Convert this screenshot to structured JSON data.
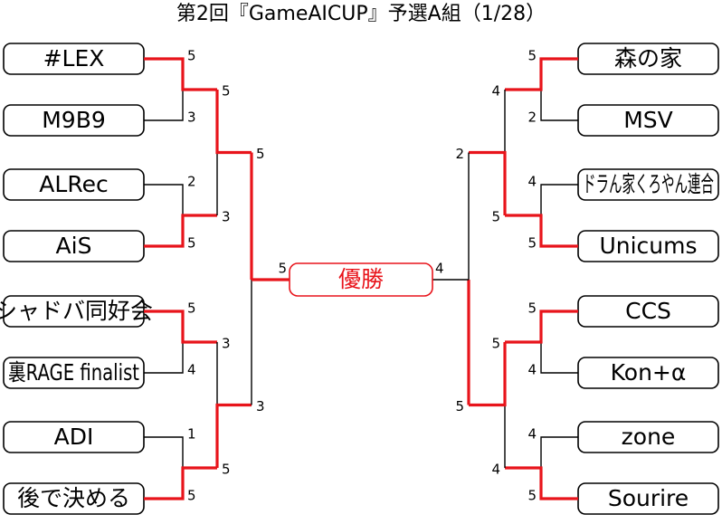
{
  "title": "第2回『GameAICUP』予選A組（1/28）",
  "champion_label": "優勝",
  "colors": {
    "winner_line": "#e8141b",
    "loser_line": "#000000"
  },
  "left_teams": [
    "#LEX",
    "M9B9",
    "ALRec",
    "AiS",
    "シャドバ同好会",
    "裏RAGE finalist",
    "ADI",
    "後で決める"
  ],
  "right_teams": [
    "森の家",
    "MSV",
    "ドラん家くろやん連合",
    "Unicums",
    "CCS",
    "Kon+α",
    "zone",
    "Sourire"
  ],
  "left_r1_scores": [
    "5",
    "3",
    "2",
    "5",
    "5",
    "4",
    "1",
    "5"
  ],
  "left_r2_scores": [
    "5",
    "3",
    "3",
    "5"
  ],
  "left_r3_scores": [
    "5",
    "3"
  ],
  "left_final_score": "5",
  "right_r1_scores": [
    "5",
    "2",
    "4",
    "5",
    "5",
    "4",
    "4",
    "5"
  ],
  "right_r2_scores": [
    "4",
    "5",
    "5",
    "4"
  ],
  "right_r3_scores": [
    "2",
    "5"
  ],
  "right_final_score": "4"
}
